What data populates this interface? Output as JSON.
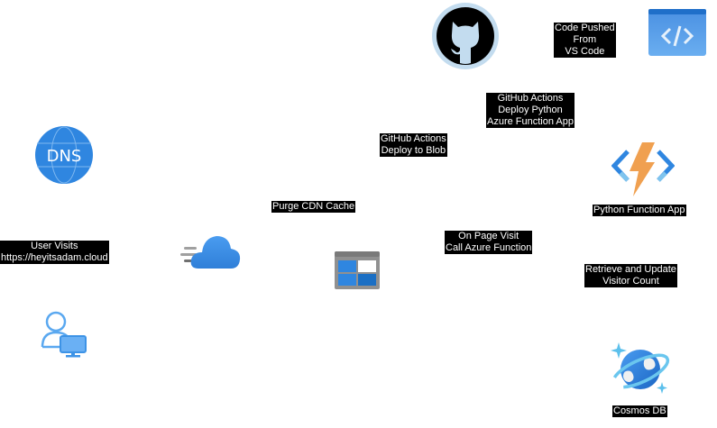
{
  "diagram": {
    "nodes": {
      "github": {
        "name": "GitHub"
      },
      "vscode": {
        "name": "VS Code"
      },
      "dns": {
        "name": "DNS",
        "text": "DNS"
      },
      "cdn": {
        "name": "CDN"
      },
      "storage": {
        "name": "Blob Storage"
      },
      "function_app": {
        "name": "Python Function App",
        "label": "Python Function App"
      },
      "cosmos": {
        "name": "Cosmos DB",
        "label": "Cosmos DB"
      },
      "user": {
        "name": "User"
      }
    },
    "labels": {
      "code_pushed": [
        "Code Pushed",
        "From",
        "VS Code"
      ],
      "gh_actions_function": [
        "GitHub Actions",
        "Deploy Python",
        "Azure Function App"
      ],
      "gh_actions_blob": [
        "GitHub Actions",
        "Deploy to Blob"
      ],
      "purge_cdn": [
        "Purge CDN Cache"
      ],
      "user_visits": [
        "User Visits",
        "https://heyitsadam.cloud"
      ],
      "on_page_visit": [
        "On Page Visit",
        "Call Azure Function"
      ],
      "retrieve_update": [
        "Retrieve and Update",
        "Visitor Count"
      ]
    },
    "colors": {
      "label_bg": "#000000",
      "label_text": "#ffffff",
      "azure_blue": "#2f86e0",
      "light_blue": "#c3dcef",
      "orange": "#f0a050"
    }
  }
}
